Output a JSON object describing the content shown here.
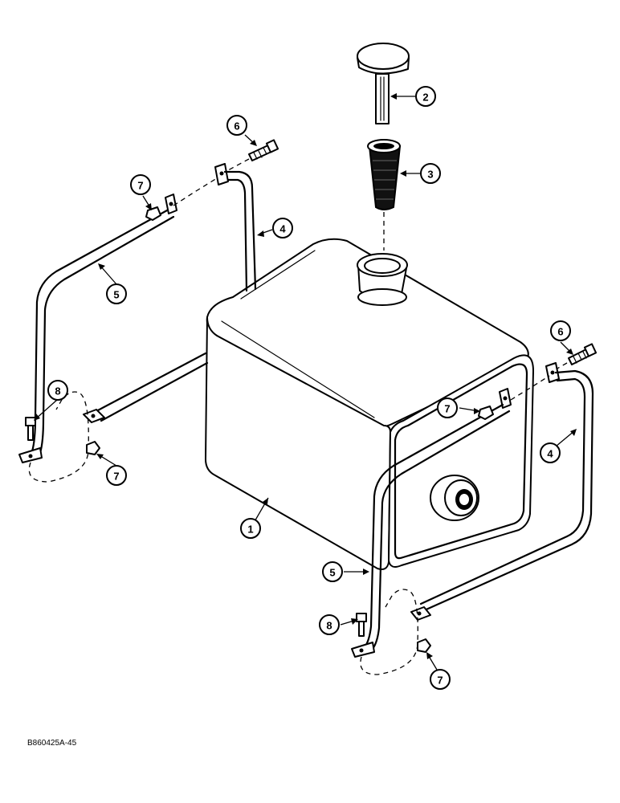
{
  "drawing_ref": "B860425A-45",
  "callouts": [
    {
      "label": "1",
      "name": "tank"
    },
    {
      "label": "2",
      "name": "cap-dipstick"
    },
    {
      "label": "3",
      "name": "filler-strainer"
    },
    {
      "label": "4",
      "name": "rear-strap-upper"
    },
    {
      "label": "5",
      "name": "front-strap-left"
    },
    {
      "label": "6",
      "name": "bolt-left"
    },
    {
      "label": "7",
      "name": "nut-left-top"
    },
    {
      "label": "8",
      "name": "bolt-left-lower"
    },
    {
      "label": "7",
      "name": "nut-left-lower"
    },
    {
      "label": "6",
      "name": "bolt-right"
    },
    {
      "label": "7",
      "name": "nut-right-top"
    },
    {
      "label": "4",
      "name": "rear-strap-right"
    },
    {
      "label": "5",
      "name": "front-strap-right"
    },
    {
      "label": "8",
      "name": "bolt-right-lower"
    },
    {
      "label": "7",
      "name": "nut-right-lower"
    }
  ]
}
